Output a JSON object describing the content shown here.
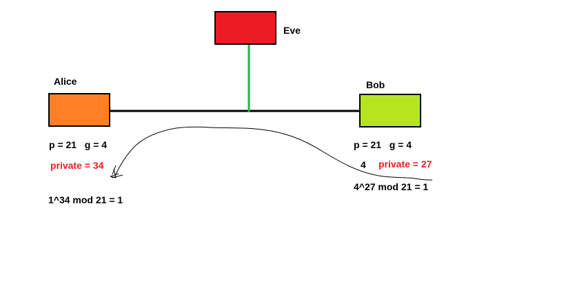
{
  "nodes": {
    "eve": {
      "name": "Eve",
      "color": "#ed1c24"
    },
    "alice": {
      "name": "Alice",
      "color": "#ff7f27"
    },
    "bob": {
      "name": "Bob",
      "color": "#b5e61d"
    }
  },
  "colors": {
    "stroke": "#000000",
    "eve_link": "#22b14c",
    "private_text": "#ed1c24"
  },
  "alice": {
    "params": "p = 21   g = 4",
    "private": "private = 34",
    "computation": "1^34 mod 21 = 1"
  },
  "bob": {
    "params": "p = 21   g = 4",
    "sent_value": "4",
    "private": "private = 27",
    "computation": "4^27 mod 21 = 1"
  }
}
